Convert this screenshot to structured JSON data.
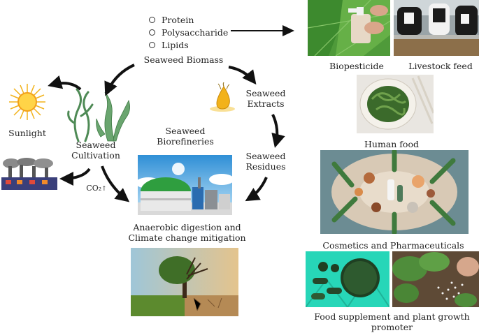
{
  "biomass_components": [
    "Protein",
    "Polysaccharide",
    "Lipids"
  ],
  "labels": {
    "seaweed_biomass": "Seaweed Biomass",
    "seaweed_extracts_1": "Seaweed",
    "seaweed_extracts_2": "Extracts",
    "seaweed_residues_1": "Seaweed",
    "seaweed_residues_2": "Residues",
    "sunlight": "Sunlight",
    "seaweed_cultivation_1": "Seaweed",
    "seaweed_cultivation_2": "Cultivation",
    "seaweed_biorefineries": "Seaweed Biorefineries",
    "co2": "CO₂",
    "co2_arrow": "↑",
    "anaerobic_1": "Anaerobic digestion and",
    "anaerobic_2": "Climate change mitigation"
  },
  "products": {
    "biopesticide": "Biopesticide",
    "livestock_feed": "Livestock feed",
    "human_food": "Human food",
    "cosmetics": "Cosmetics and Pharmaceuticals",
    "supplement_1": "Food supplement and plant growth",
    "supplement_2": "promoter"
  },
  "colors": {
    "arrow": "#111111",
    "seaweed_green": "#4e8a55",
    "sun_yellow": "#f2b21a",
    "digester_green": "#2f9e3f"
  }
}
